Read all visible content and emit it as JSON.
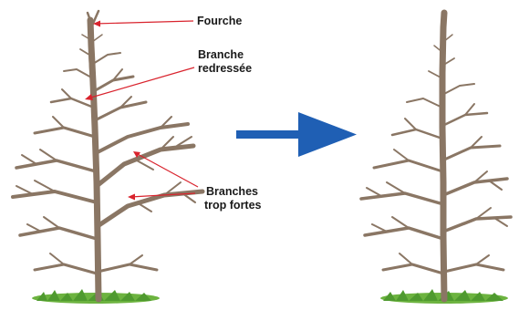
{
  "labels": {
    "fork": "Fourche",
    "straightened_branch_line1": "Branche",
    "straightened_branch_line2": "redressée",
    "strong_branches_line1": "Branches",
    "strong_branches_line2": "trop fortes"
  },
  "colors": {
    "bark": "#8a7664",
    "callout": "#d9232d",
    "arrow": "#1f5fb4",
    "grass": "#6cb33f"
  },
  "icons": {
    "transition": "right-arrow-icon"
  }
}
